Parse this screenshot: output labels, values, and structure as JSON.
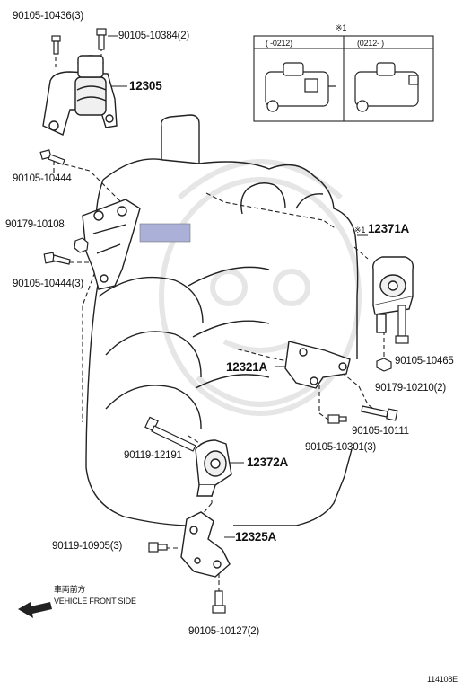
{
  "labels": {
    "p_90105_10436": "90105-10436(3)",
    "p_90105_10384": "90105-10384(2)",
    "p_12305": "12305",
    "p_90105_10444": "90105-10444",
    "p_90179_10108": "90179-10108",
    "p_90105_10444_3": "90105-10444(3)",
    "p_12371A": "12371A",
    "p_12371A_mark": "※1",
    "p_12321A": "12321A",
    "p_90105_10465": "90105-10465",
    "p_90179_10210": "90179-10210(2)",
    "p_90105_10111": "90105-10111",
    "p_90105_10301": "90105-10301(3)",
    "p_90119_12191": "90119-12191",
    "p_12372A": "12372A",
    "p_12325A": "12325A",
    "p_90119_10905": "90119-10905(3)",
    "p_90105_10127": "90105-10127(2)"
  },
  "inset": {
    "mark": "※1",
    "col1": "(    -0212)",
    "col2": "(0212-     )"
  },
  "direction": {
    "japanese": "車両前方",
    "english": "VEHICLE FRONT SIDE"
  },
  "figure_id": "114108E",
  "colors": {
    "line": "#222222",
    "highlight": "#aab0d8",
    "watermark": "#e6e6e6"
  }
}
